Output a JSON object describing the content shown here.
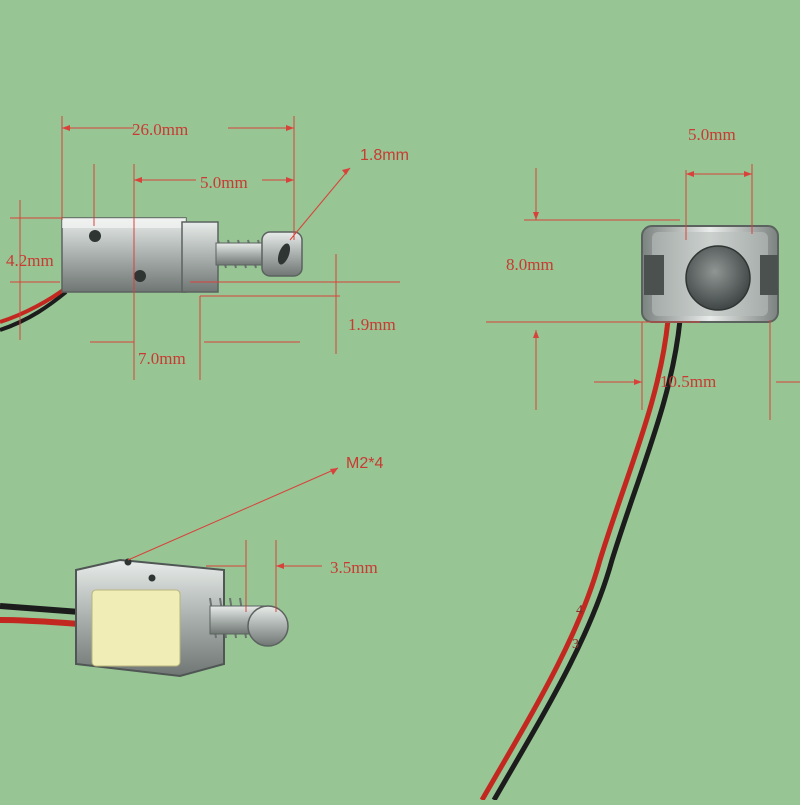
{
  "photo": {
    "background_color": "#97c594",
    "annotation_color": "#d8423a"
  },
  "labels": {
    "top_overall_length": "26.0mm",
    "top_plunger_stroke": "5.0mm",
    "top_plunger_hole": "1.8mm",
    "top_height": "4.2mm",
    "top_body_length": "7.0mm",
    "top_plunger_diameter": "1.9mm",
    "end_plunger_width": "5.0mm",
    "end_height": "8.0mm",
    "end_width": "10.5mm",
    "angle_screw": "M2*4",
    "angle_plunger_length": "3.5mm"
  },
  "wire_marks": {
    "mark_a": "4",
    "mark_b": "3"
  }
}
